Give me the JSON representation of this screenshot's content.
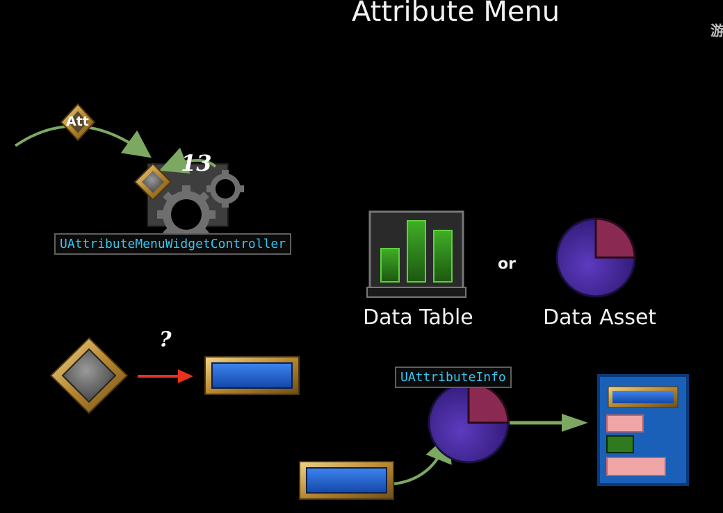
{
  "title": "Attribute Menu",
  "corner_mark": "游",
  "labels": {
    "att": "Att",
    "count": "13",
    "question": "?",
    "or": "or"
  },
  "code_boxes": {
    "widget_controller": "UAttributeMenuWidgetController",
    "attribute_info": "UAttributeInfo"
  },
  "captions": {
    "data_table": "Data Table",
    "data_asset": "Data Asset"
  },
  "colors": {
    "background": "#000000",
    "code_text": "#38c6f0",
    "arrow_green": "#7da862",
    "arrow_red": "#e8321e",
    "gold": "#c9a04a",
    "blue_fill": "#1e5fc8",
    "purple": "#4a2a9a",
    "maroon": "#8a2a52",
    "green_bar": "#2f8a1e"
  }
}
